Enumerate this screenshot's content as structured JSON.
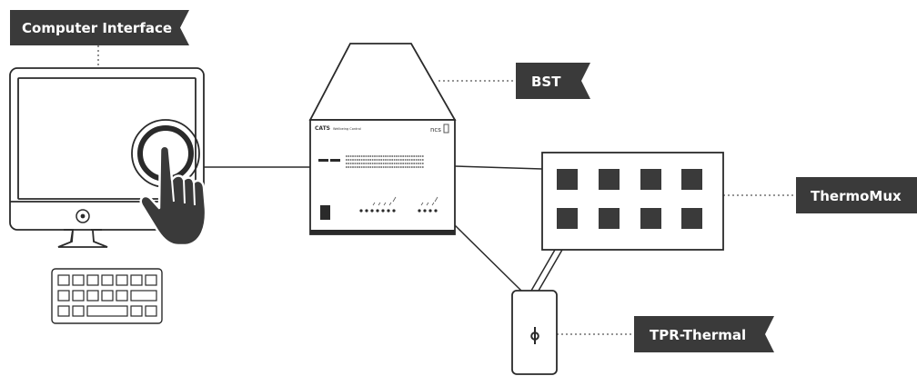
{
  "labels": {
    "computer_interface": "Computer Interface",
    "bst": "BST",
    "thermomux": "ThermoMux",
    "tpr_thermal": "TPR-Thermal"
  },
  "device_panel": {
    "brand": "CATS",
    "subtitle": "Wellbeing Control",
    "logo": "ncs"
  },
  "thermomux_channel_count": 8,
  "colors": {
    "tag_bg": "#3a3a3a",
    "tag_text": "#ffffff",
    "line": "#2a2a2a",
    "fill_dark": "#3a3a3a",
    "background": "#ffffff"
  },
  "icons": {
    "tpr_symbol": "phi-sensor-icon",
    "hand": "pointing-hand-icon",
    "power": "power-button-icon"
  }
}
